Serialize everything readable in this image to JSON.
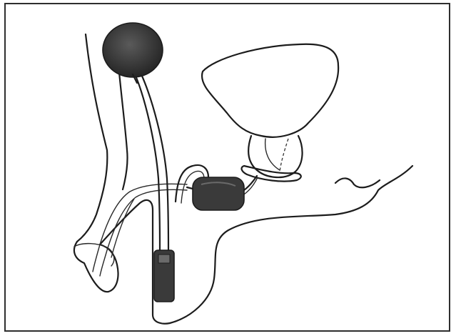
{
  "figure": {
    "caption": "",
    "colors": {
      "ink": "#1c1c1c",
      "dark_fill": "#3a3a3a",
      "background": "#ffffff"
    },
    "components": [
      "reservoir",
      "tubing",
      "pump",
      "cylinders",
      "prostate",
      "bladder"
    ]
  }
}
